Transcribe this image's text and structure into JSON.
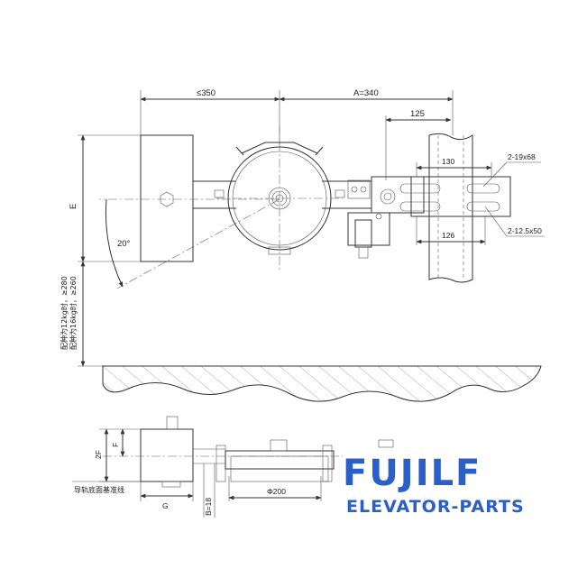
{
  "dimensions": {
    "left_width": "≤350",
    "a_distance": "A=340",
    "offset_125": "125",
    "dim_130": "130",
    "dim_126": "126",
    "slot_top": "2-19x68",
    "slot_bottom": "2-12.5x50",
    "height_e": "E",
    "angle": "20°",
    "counterweight_12kg": "配种为12kg时，≥280",
    "counterweight_16kg": "配种为16kg时，≥260",
    "dim_2f": "2F",
    "dim_f": "F",
    "dim_g": "G",
    "dim_b": "B=18",
    "diameter": "Φ200"
  },
  "labels": {
    "rail_baseline": "导轨底面基准线"
  },
  "brand": {
    "name": "FUJILF",
    "tagline": "ELEVATOR-PARTS",
    "color": "#2a5ec8"
  }
}
